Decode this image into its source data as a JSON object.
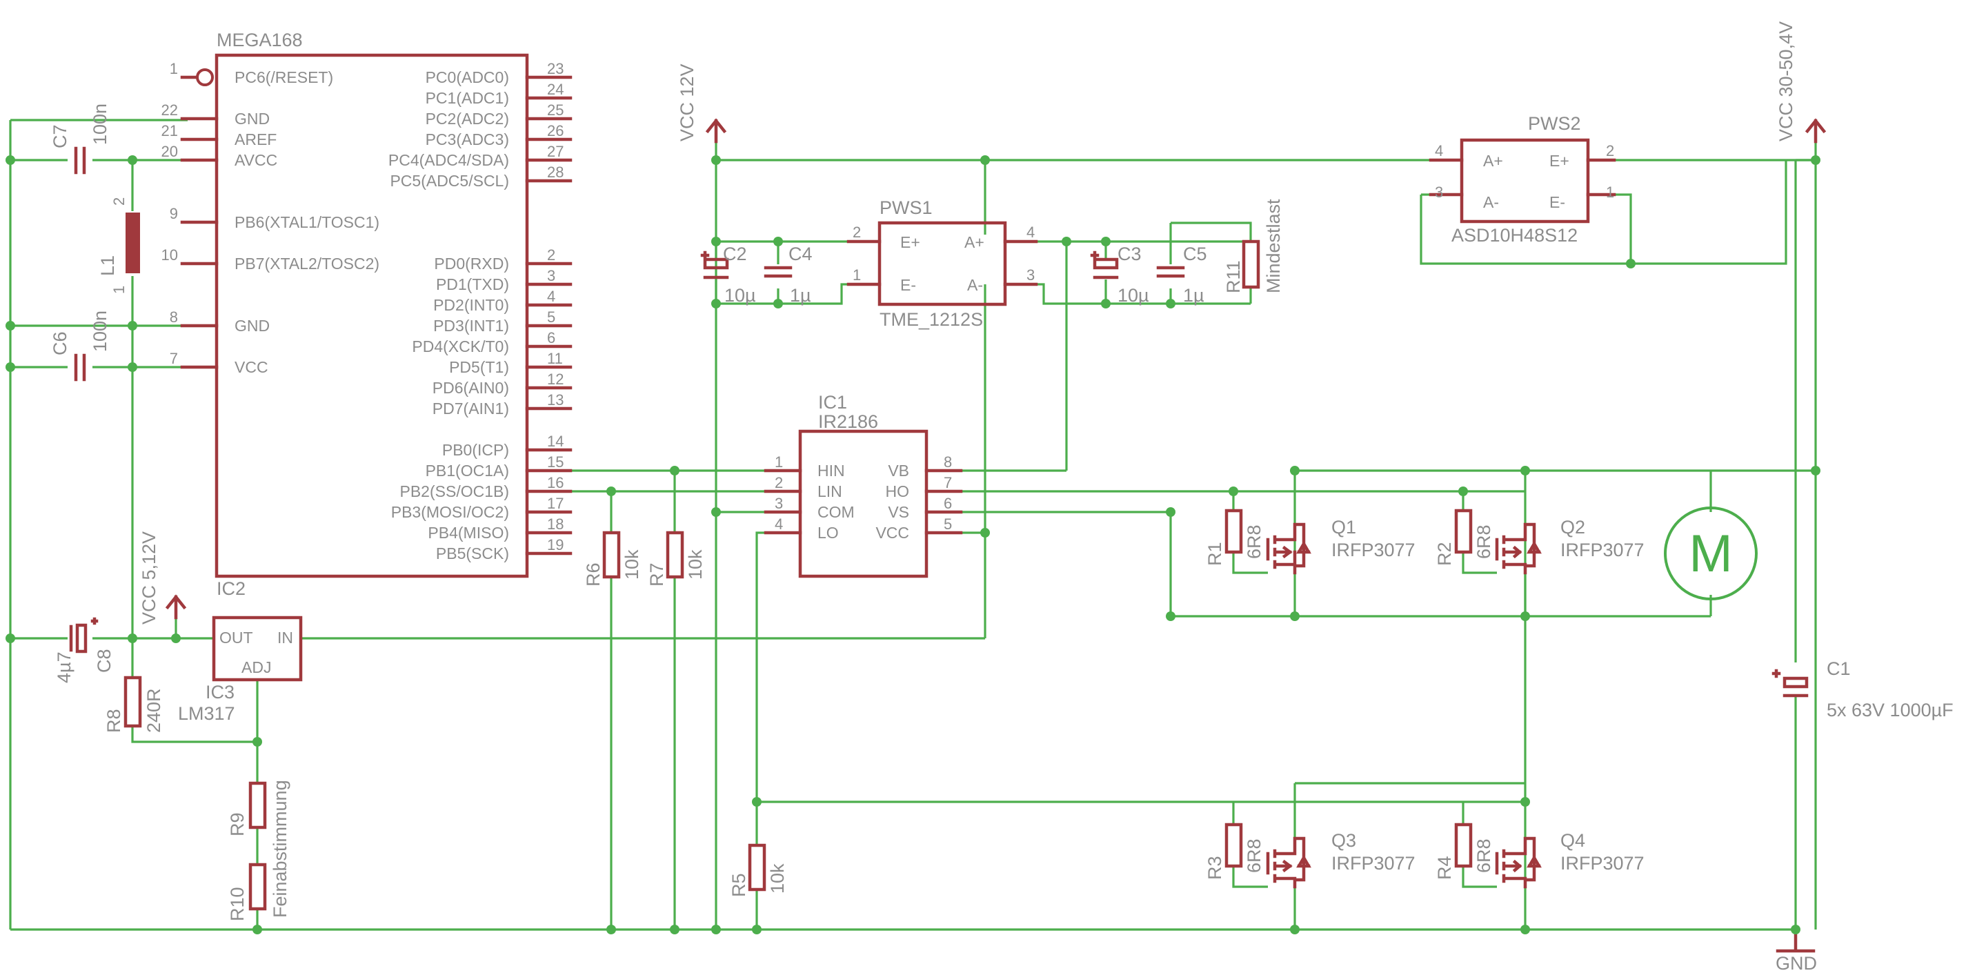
{
  "colors": {
    "wire": "#4cae4c",
    "part": "#a0393d",
    "text": "#8c8c8c",
    "motor": "#4cae4c"
  },
  "mcu": {
    "name": "MEGA168",
    "left_pins": [
      {
        "num": "1",
        "name": "PC6(/RESET)"
      },
      {
        "num": "22",
        "name": "GND"
      },
      {
        "num": "21",
        "name": "AREF"
      },
      {
        "num": "20",
        "name": "AVCC"
      },
      {
        "num": "9",
        "name": "PB6(XTAL1/TOSC1)"
      },
      {
        "num": "10",
        "name": "PB7(XTAL2/TOSC2)"
      },
      {
        "num": "8",
        "name": "GND"
      },
      {
        "num": "7",
        "name": "VCC"
      }
    ],
    "right_pins": [
      {
        "num": "23",
        "name": "PC0(ADC0)"
      },
      {
        "num": "24",
        "name": "PC1(ADC1)"
      },
      {
        "num": "25",
        "name": "PC2(ADC2)"
      },
      {
        "num": "26",
        "name": "PC3(ADC3)"
      },
      {
        "num": "27",
        "name": "PC4(ADC4/SDA)"
      },
      {
        "num": "28",
        "name": "PC5(ADC5/SCL)"
      },
      {
        "num": "2",
        "name": "PD0(RXD)"
      },
      {
        "num": "3",
        "name": "PD1(TXD)"
      },
      {
        "num": "4",
        "name": "PD2(INT0)"
      },
      {
        "num": "5",
        "name": "PD3(INT1)"
      },
      {
        "num": "6",
        "name": "PD4(XCK/T0)"
      },
      {
        "num": "11",
        "name": "PD5(T1)"
      },
      {
        "num": "12",
        "name": "PD6(AIN0)"
      },
      {
        "num": "13",
        "name": "PD7(AIN1)"
      },
      {
        "num": "14",
        "name": "PB0(ICP)"
      },
      {
        "num": "15",
        "name": "PB1(OC1A)"
      },
      {
        "num": "16",
        "name": "PB2(SS/OC1B)"
      },
      {
        "num": "17",
        "name": "PB3(MOSI/OC2)"
      },
      {
        "num": "18",
        "name": "PB4(MISO)"
      },
      {
        "num": "19",
        "name": "PB5(SCK)"
      }
    ]
  },
  "ic1": {
    "name": "IC1",
    "value": "IR2186",
    "left_pins": [
      {
        "num": "1",
        "name": "HIN"
      },
      {
        "num": "2",
        "name": "LIN"
      },
      {
        "num": "3",
        "name": "COM"
      },
      {
        "num": "4",
        "name": "LO"
      }
    ],
    "right_pins": [
      {
        "num": "8",
        "name": "VB"
      },
      {
        "num": "7",
        "name": "HO"
      },
      {
        "num": "6",
        "name": "VS"
      },
      {
        "num": "5",
        "name": "VCC"
      }
    ]
  },
  "ic2": {
    "name": "IC2",
    "out": "OUT",
    "in": "IN",
    "adj": "ADJ"
  },
  "ic3": {
    "name": "IC3",
    "value": "LM317"
  },
  "pws1": {
    "name": "PWS1",
    "value": "TME_1212S",
    "pin_e_plus": "E+",
    "pin_e_minus": "E-",
    "pin_a_plus": "A+",
    "pin_a_minus": "A-",
    "num_e_plus": "2",
    "num_e_minus": "1",
    "num_a_plus": "4",
    "num_a_minus": "3"
  },
  "pws2": {
    "name": "PWS2",
    "value": "ASD10H48S12",
    "pin_a_plus": "A+",
    "pin_a_minus": "A-",
    "pin_e_plus": "E+",
    "pin_e_minus": "E-",
    "num_a_plus": "4",
    "num_a_minus": "3",
    "num_e_plus": "2",
    "num_e_minus": "1"
  },
  "supplies": {
    "vcc12": "VCC 12V",
    "vcc_hv": "VCC 30-50,4V",
    "vcc5": "VCC 5,12V",
    "gnd": "GND"
  },
  "capacitors": {
    "c1": {
      "name": "C1",
      "value": "5x 63V 1000µF"
    },
    "c2": {
      "name": "C2",
      "value": "10µ"
    },
    "c3": {
      "name": "C3",
      "value": "10µ"
    },
    "c4": {
      "name": "C4",
      "value": "1µ"
    },
    "c5": {
      "name": "C5",
      "value": "1µ"
    },
    "c6": {
      "name": "C6",
      "value": "100n"
    },
    "c7": {
      "name": "C7",
      "value": "100n"
    },
    "c8": {
      "name": "C8",
      "value": "4µ7"
    }
  },
  "resistors": {
    "r1": {
      "name": "R1",
      "value": "6R8"
    },
    "r2": {
      "name": "R2",
      "value": "6R8"
    },
    "r3": {
      "name": "R3",
      "value": "6R8"
    },
    "r4": {
      "name": "R4",
      "value": "6R8"
    },
    "r5": {
      "name": "R5",
      "value": "10k"
    },
    "r6": {
      "name": "R6",
      "value": "10k"
    },
    "r7": {
      "name": "R7",
      "value": "10k"
    },
    "r8": {
      "name": "R8",
      "value": "240R"
    },
    "r9": {
      "name": "R9",
      "value": "Feinabstimmung"
    },
    "r10": {
      "name": "R10"
    },
    "r11": {
      "name": "R11",
      "value": "Mindestlast"
    }
  },
  "inductor": {
    "name": "L1",
    "pin_top": "2",
    "pin_bottom": "1"
  },
  "mosfets": {
    "q1": {
      "name": "Q1",
      "value": "IRFP3077"
    },
    "q2": {
      "name": "Q2",
      "value": "IRFP3077"
    },
    "q3": {
      "name": "Q3",
      "value": "IRFP3077"
    },
    "q4": {
      "name": "Q4",
      "value": "IRFP3077"
    }
  },
  "motor": {
    "symbol": "M"
  }
}
